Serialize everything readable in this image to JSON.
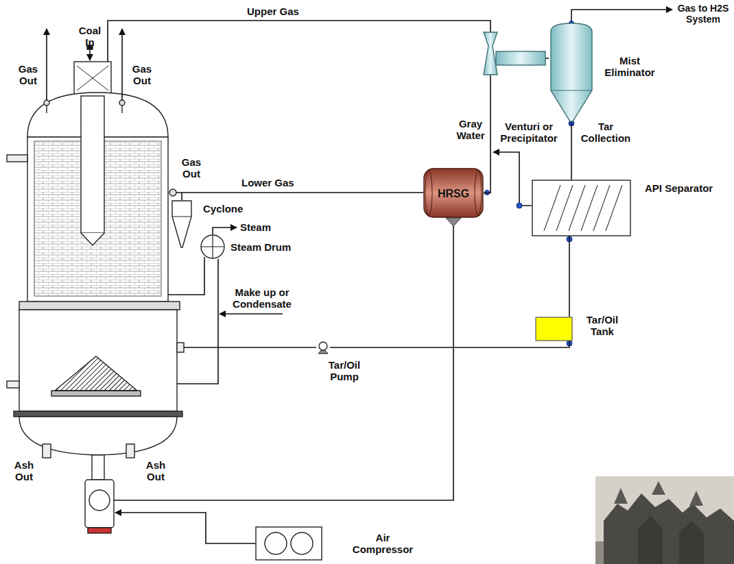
{
  "diagram": {
    "nodes": [
      {
        "text": [
          "Mist Eliminator"
        ]
      },
      {
        "text": [
          "Venturi or Precipitator"
        ]
      },
      {
        "text": [
          "HRSG"
        ]
      },
      {
        "text": [
          "API Separator"
        ]
      },
      {
        "text": [
          "Cyclone"
        ]
      },
      {
        "text": [
          "Steam Drum"
        ]
      },
      {
        "text": [
          "Tar/Oil Tank"
        ]
      },
      {
        "text": [
          "Tar/Oil Pump"
        ]
      },
      {
        "text": [
          "Air Compressor"
        ]
      }
    ],
    "edges": [
      {
        "from": 2,
        "to": 1,
        "arrow": "none"
      },
      {
        "from": 1,
        "to": 0,
        "arrow": "none"
      },
      {
        "from": 0,
        "to": 3,
        "arrow": "none"
      },
      {
        "from": 3,
        "to": 6,
        "arrow": "none"
      },
      {
        "from": 6,
        "to": 7,
        "arrow": "none"
      }
    ],
    "labels": [
      "Upper Gas",
      "Coal In",
      "Gas Out",
      "Gas Out",
      "Gas Out",
      "Lower Gas",
      "Gray Water",
      "Steam",
      "Make up or Condensate",
      "Tar Collection",
      "Gas to H2S System",
      "Ash Out",
      "Ash Out"
    ]
  }
}
